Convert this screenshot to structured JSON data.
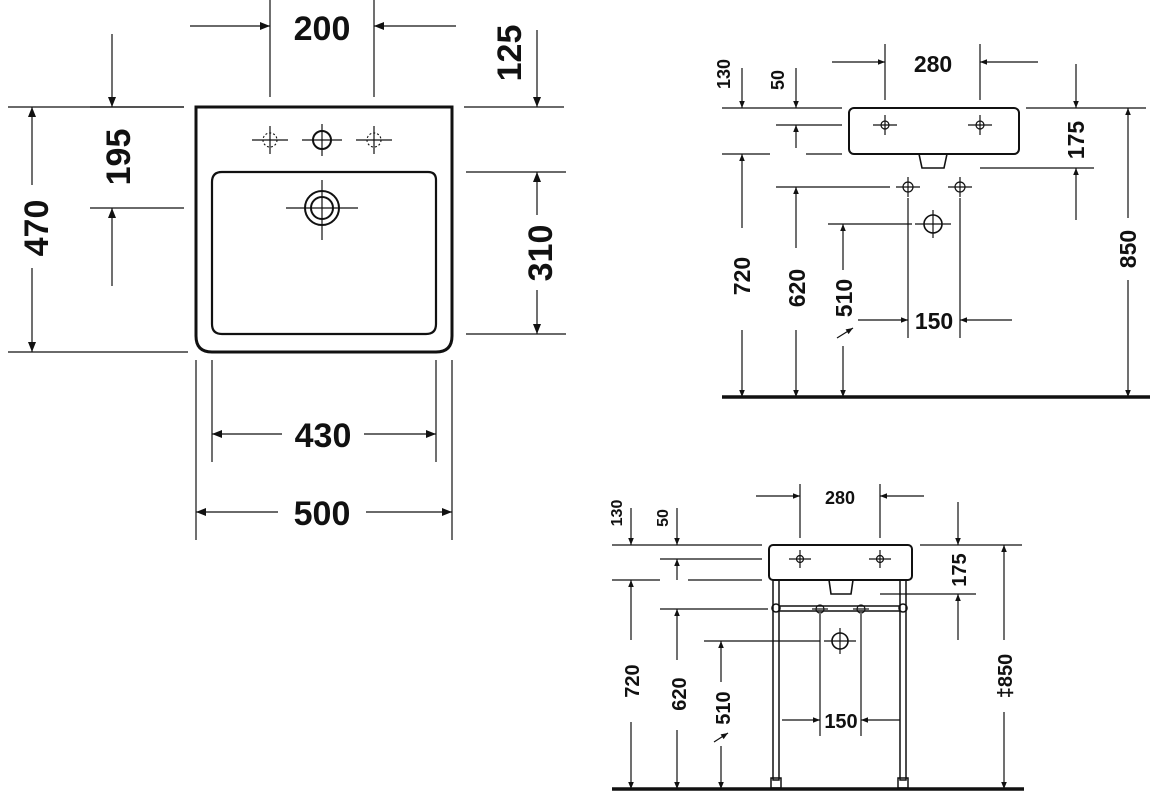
{
  "plan_view": {
    "dim_200": "200",
    "dim_125": "125",
    "dim_195": "195",
    "dim_470": "470",
    "dim_310": "310",
    "dim_430": "430",
    "dim_500": "500"
  },
  "wall_view": {
    "dim_280": "280",
    "dim_130": "130",
    "dim_50": "50",
    "dim_175": "175",
    "dim_720": "720",
    "dim_620": "620",
    "dim_510": "510",
    "dim_150": "150",
    "dim_850": "850"
  },
  "stand_view": {
    "dim_280": "280",
    "dim_130": "130",
    "dim_50": "50",
    "dim_175": "175",
    "dim_720": "720",
    "dim_620": "620",
    "dim_510": "510",
    "dim_150": "150",
    "dim_850": "‡850"
  },
  "colors": {
    "line": "#111111",
    "background": "#ffffff"
  }
}
